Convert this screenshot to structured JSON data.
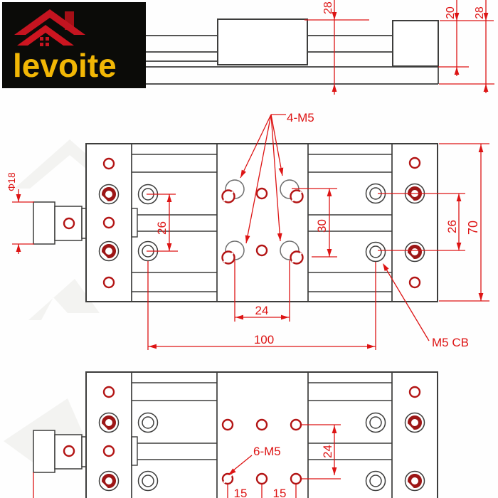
{
  "title": "levoite cross slide vise technical drawing",
  "logo": {
    "brand": "levoite"
  },
  "colors": {
    "dimension_red": "#dd1414",
    "drawing_line": "#3d3d3c",
    "hole_red": "#a31616",
    "logo_bg": "#0b0b08",
    "logo_text": "#f2b705",
    "logo_roof": "#c41420"
  },
  "side_view": {
    "dim_left": "28",
    "dim_middle": "20",
    "dim_right": "28"
  },
  "top_view": {
    "shaft_diameter": "Φ18",
    "thread_callout": "4-M5",
    "cb_callout": "M5 CB",
    "dim_left_holes": "26",
    "dim_center": "30",
    "dim_right_holes": "26",
    "dim_width": "70",
    "dim_center_holes": "24",
    "dim_hole_span": "100"
  },
  "bottom_view": {
    "thread_callout": "6-M5",
    "dim_vertical": "24",
    "dim_h1": "15",
    "dim_h2": "15"
  }
}
